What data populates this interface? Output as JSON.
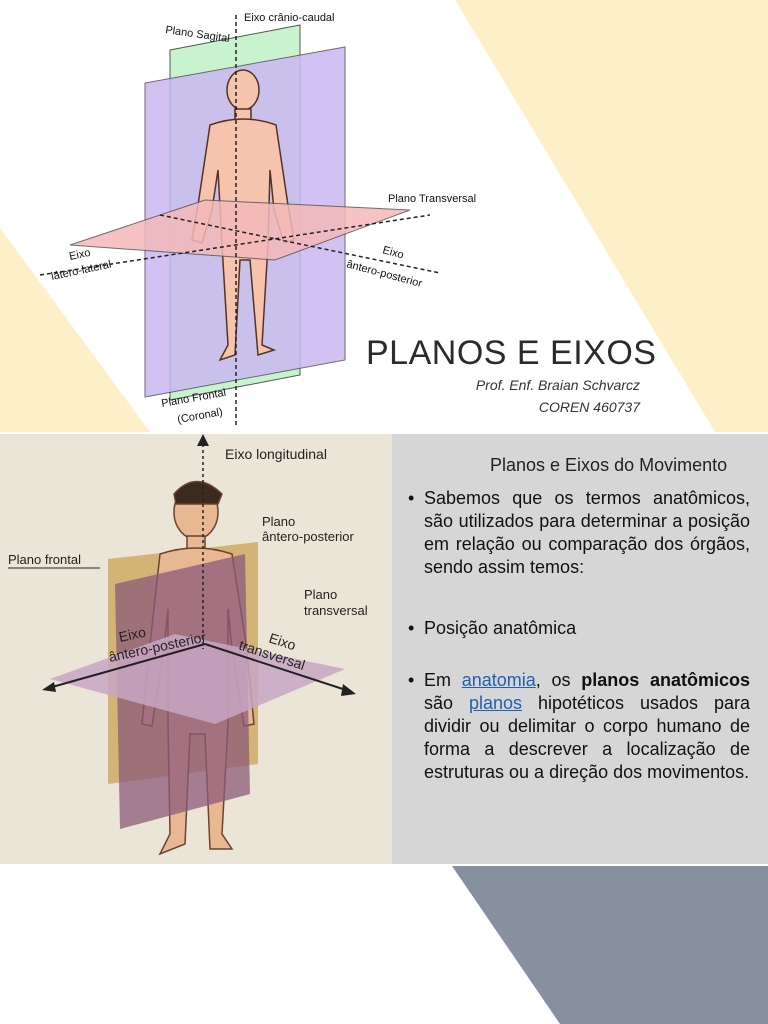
{
  "slide": {
    "title": "PLANOS E EIXOS",
    "author_line1": "Prof. Enf. Braian Schvarcz",
    "author_line2": "COREN 460737"
  },
  "figure_top": {
    "label_eixo_cranio_caudal": "Eixo crânio-caudal",
    "label_plano_sagital": "Plano Sagital",
    "label_plano_transversal": "Plano Transversal",
    "label_eixo_latero_1": "Eixo",
    "label_eixo_latero_2": "látero-lateral",
    "label_eixo_antero_1": "Eixo",
    "label_eixo_antero_2": "ântero-posterior",
    "label_plano_frontal_1": "Plano Frontal",
    "label_plano_frontal_2": "(Coronal)"
  },
  "figure_bottom": {
    "label_eixo_longitudinal": "Eixo longitudinal",
    "label_plano_antero_1": "Plano",
    "label_plano_antero_2": "ântero-posterior",
    "label_plano_frontal": "Plano frontal",
    "label_plano_transversal_1": "Plano",
    "label_plano_transversal_2": "transversal",
    "label_eixo_antero_1": "Eixo",
    "label_eixo_antero_2": "ântero-posterior",
    "label_eixo_transversal_1": "Eixo",
    "label_eixo_transversal_2": "transversal"
  },
  "panel": {
    "title": "Planos e Eixos do Movimento",
    "bullet1": "Sabemos que os termos anatômicos, são utilizados para determinar a posição em relação ou comparação dos órgãos, sendo assim temos:",
    "bullet2": "Posição anatômica",
    "bullet3_pre": "Em ",
    "bullet3_link1": "anatomia",
    "bullet3_mid1": ", os ",
    "bullet3_bold": "planos anatômicos",
    "bullet3_mid2": " são ",
    "bullet3_link2": "planos",
    "bullet3_post": " hipotéticos usados para dividir ou delimitar o corpo humano de forma a descrever a localização de estruturas ou a direção dos movimentos."
  },
  "colors": {
    "accent_cream": "#fdf0c8",
    "accent_slate": "#87909e",
    "panel_gray": "#d6d6d6",
    "link_blue": "#1f5fb5"
  }
}
